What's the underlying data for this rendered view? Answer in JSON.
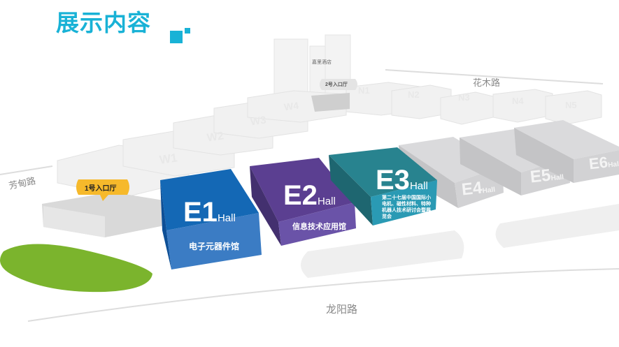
{
  "title": "展示内容",
  "colors": {
    "accent": "#19b2d6",
    "e1": "#1468b5",
    "e2": "#5b3f91",
    "e3": "#28838f",
    "green": "#7bb42d",
    "entrance": "#f6b92b"
  },
  "roads": {
    "top": "花木路",
    "left": "芳甸路",
    "bottom": "龙阳路"
  },
  "landmarks": {
    "hotel": "嘉里酒店",
    "entrance1": "1号入口厅",
    "entrance2": "2号入口厅"
  },
  "halls": {
    "hall_word": "Hall",
    "e1": {
      "id": "E1",
      "content": "电子元器件馆"
    },
    "e2": {
      "id": "E2",
      "content": "信息技术应用馆"
    },
    "e3": {
      "id": "E3",
      "content": "第二十七届中国国际小电机、磁性材料、特种机器人技术研讨会暨展览会"
    },
    "e4": {
      "id": "E4"
    },
    "e5": {
      "id": "E5"
    },
    "e6": {
      "id": "E6"
    },
    "w1": {
      "id": "W1"
    },
    "w2": {
      "id": "W2"
    },
    "w3": {
      "id": "W3"
    },
    "w4": {
      "id": "W4"
    },
    "n1": {
      "id": "N1"
    },
    "n2": {
      "id": "N2"
    },
    "n3": {
      "id": "N3"
    },
    "n4": {
      "id": "N4"
    },
    "n5": {
      "id": "N5"
    }
  }
}
